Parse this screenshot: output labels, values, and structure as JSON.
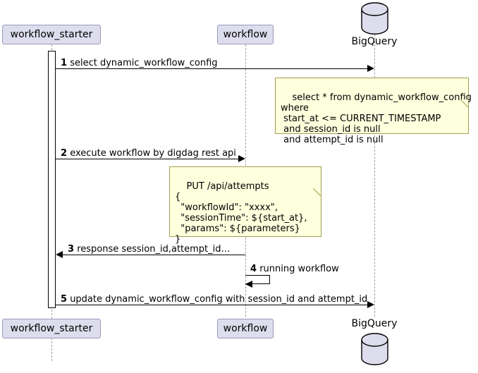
{
  "diagram": {
    "type": "sequence-diagram",
    "title": "",
    "colors": {
      "participant_fill": "#DDDDEE",
      "participant_border": "#9A9ABA",
      "note_fill": "#FEFFDD",
      "note_border": "#A0A050",
      "lifeline": "#A0A0A0",
      "arrow": "#000000",
      "background": "#FFFFFF"
    }
  },
  "participants": {
    "header": [
      {
        "id": "workflow_starter",
        "label": "workflow_starter",
        "shape": "box"
      },
      {
        "id": "workflow",
        "label": "workflow",
        "shape": "box"
      },
      {
        "id": "bigquery",
        "label": "BigQuery",
        "shape": "database"
      }
    ],
    "footer": [
      {
        "id": "workflow_starter",
        "label": "workflow_starter",
        "shape": "box"
      },
      {
        "id": "workflow",
        "label": "workflow",
        "shape": "box"
      },
      {
        "id": "bigquery",
        "label": "BigQuery",
        "shape": "database"
      }
    ]
  },
  "messages": [
    {
      "number": "1",
      "text": "select dynamic_workflow_config",
      "from": "workflow_starter",
      "to": "bigquery",
      "direction": "right"
    },
    {
      "number": "2",
      "text": "execute workflow by digdag rest api",
      "from": "workflow_starter",
      "to": "workflow",
      "direction": "right"
    },
    {
      "number": "3",
      "text": "response session_id,attempt_id…",
      "from": "workflow",
      "to": "workflow_starter",
      "direction": "left"
    },
    {
      "number": "4",
      "text": "running workflow",
      "from": "workflow",
      "to": "workflow",
      "direction": "self"
    },
    {
      "number": "5",
      "text": "update dynamic_workflow_config with session_id and attempt_id",
      "from": "workflow_starter",
      "to": "bigquery",
      "direction": "right"
    }
  ],
  "notes": [
    {
      "id": "note-sql",
      "attached_to": "bigquery",
      "text": "select * from dynamic_workflow_config\nwhere\n start_at <= CURRENT_TIMESTAMP\n and session_id is null\n and attempt_id is null"
    },
    {
      "id": "note-api",
      "attached_to": "workflow",
      "text": "PUT /api/attempts\n{\n  \"workflowId\": \"xxxx\",\n  \"sessionTime\": ${start_at},\n  \"params\": ${parameters}\n}"
    }
  ]
}
